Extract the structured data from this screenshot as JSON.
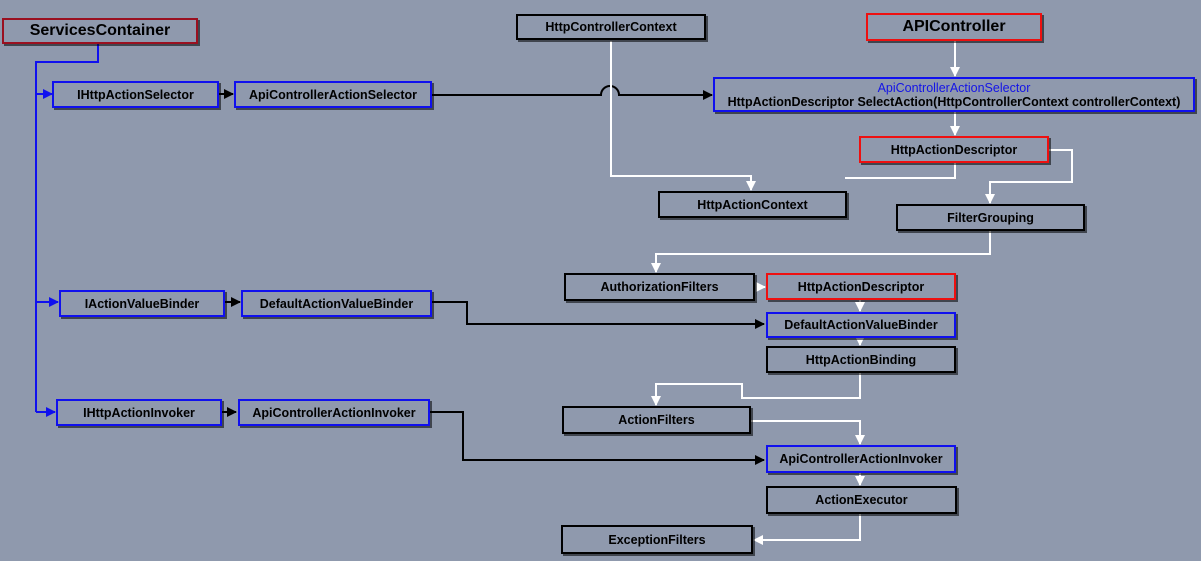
{
  "nodes": {
    "services_container": "ServicesContainer",
    "http_controller_context": "HttpControllerContext",
    "api_controller": "APIController",
    "i_http_action_selector": "IHttpActionSelector",
    "api_controller_action_selector": "ApiControllerActionSelector",
    "selector_method_title": "ApiControllerActionSelector",
    "selector_method_signature": "HttpActionDescriptor SelectAction(HttpControllerContext controllerContext)",
    "http_action_descriptor_1": "HttpActionDescriptor",
    "http_action_context": "HttpActionContext",
    "filter_grouping": "FilterGrouping",
    "authorization_filters": "AuthorizationFilters",
    "http_action_descriptor_2": "HttpActionDescriptor",
    "i_action_value_binder": "IActionValueBinder",
    "default_action_value_binder": "DefaultActionValueBinder",
    "default_action_value_binder_2": "DefaultActionValueBinder",
    "http_action_binding": "HttpActionBinding",
    "i_http_action_invoker": "IHttpActionInvoker",
    "api_controller_action_invoker": "ApiControllerActionInvoker",
    "action_filters": "ActionFilters",
    "api_controller_action_invoker_2": "ApiControllerActionInvoker",
    "action_executor": "ActionExecutor",
    "exception_filters": "ExceptionFilters"
  },
  "colors": {
    "background": "#8f99ad",
    "blue_border": "#1010ee",
    "red_border": "#ee1010",
    "dark_red_border": "#9a1020",
    "black_wire": "#000000",
    "white_wire": "#ffffff",
    "blue_wire": "#1010ee"
  }
}
